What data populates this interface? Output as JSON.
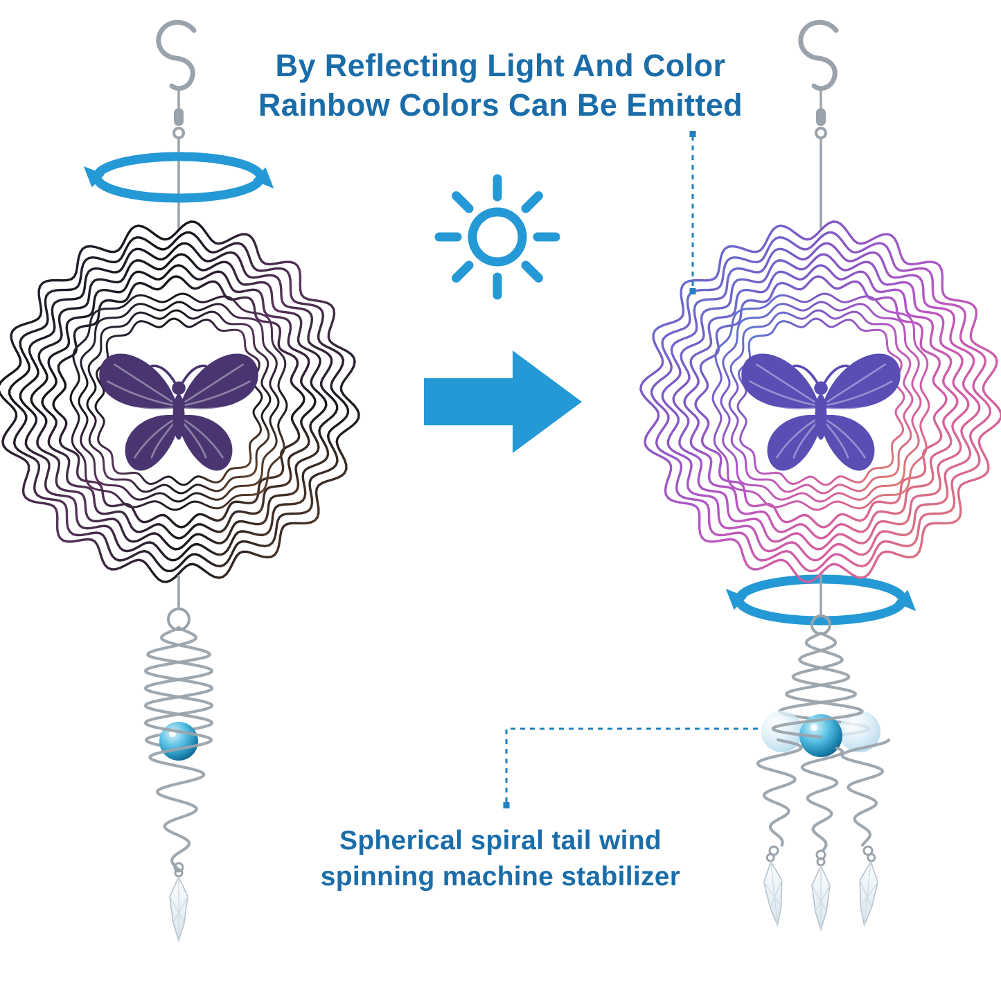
{
  "headline": {
    "line1": "By Reflecting Light And Color",
    "line2": "Rainbow Colors Can Be Emitted"
  },
  "caption": {
    "line1": "Spherical spiral tail wind",
    "line2": "spinning machine stabilizer"
  },
  "icons": {
    "hanging_hook": "s-hook-icon",
    "rotation": "rotation-arrows-icon",
    "sunlight": "sun-icon",
    "transform": "arrow-right-icon",
    "callout": "dashed-callout-line",
    "stabilizer": "spiral-tail",
    "pendant": "crystal-prism"
  },
  "colors": {
    "accent_blue": "#2499d6",
    "headline_blue": "#1a6da8",
    "callout_blue": "#2180bd",
    "metal_gray": "#9aa3ab",
    "glass_ball_teal": "#2f9fca",
    "glass_ball_light": "#cfe9f6",
    "butterfly_left": "#4a3570",
    "butterfly_right": "#5a4db4",
    "left_spinner_tones": [
      "#3c3048",
      "#141318",
      "#58345c",
      "#1a181d",
      "#8a5a33"
    ],
    "right_spinner_tones": [
      "#4a86d8",
      "#7e59c4",
      "#b457c4",
      "#d55f9f",
      "#e28a55"
    ]
  }
}
